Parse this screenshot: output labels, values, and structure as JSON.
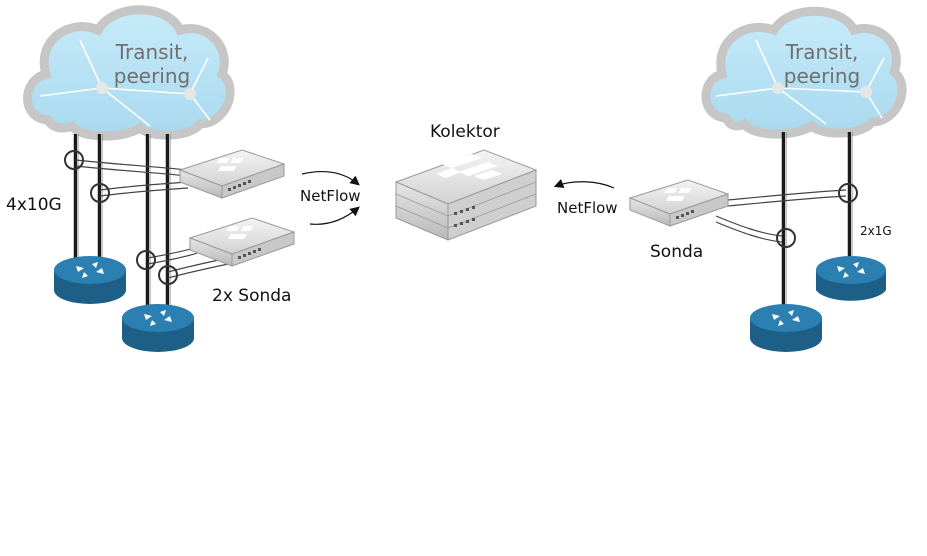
{
  "clouds": [
    {
      "line1": "Transit,",
      "line2": "peering"
    },
    {
      "line1": "Transit,",
      "line2": "peering"
    }
  ],
  "labels": {
    "left_link_speed": "4x10G",
    "left_probes": "2x Sonda",
    "netflow_left": "NetFlow",
    "collector": "Kolektor",
    "netflow_right": "NetFlow",
    "right_probe": "Sonda",
    "right_link_speed": "2x1G"
  },
  "colors": {
    "cloud_fill": "#b8e2f4",
    "cloud_rim": "#c4c4c4",
    "router_blue": "#1d5f87",
    "router_top": "#2b7fb1",
    "device_grey": "#dcdcdc"
  }
}
